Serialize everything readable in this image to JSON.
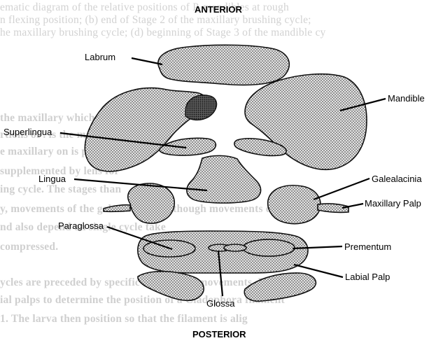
{
  "orientation": {
    "top": "ANTERIOR",
    "bottom": "POSTERIOR"
  },
  "labels": {
    "labrum": "Labrum",
    "mandible": "Mandible",
    "superlingua": "Superlingua",
    "lingua": "Lingua",
    "galealacinia": "Galealacinia",
    "maxillary_palp": "Maxillary Palp",
    "paraglossa": "Paraglossa",
    "prementum": "Prementum",
    "labial_palp": "Labial Palp",
    "glossa": "Glossa"
  },
  "background_text": [
    "ematic diagram of the relative positions of P. mandibles at rough",
    "n flexing position; (b) end of Stage 2 of the maxillary brushing cycle;",
    "he maxillary brushing cycle; (d) beginning of Stage 3 of the mandible cy",
    "the maxillary                                         which occurs wh",
    "rtions of                                                 . is the mandible",
    "e maxillary                                          on is primarily b",
    "supplemented by                                       lens for",
    "ing cycle. The                                       stages than",
    "y, movements of the galealaciniae, although movements of",
    "nd also depend on                                  single cycle take",
    "compressed.",
    "ycles are preceded by specific orientation movements. First,",
    "ial palps to determine the position of a Cladophora filament",
    "1. The larva then position                   so that the filament is alig"
  ],
  "colors": {
    "outline": "#111111",
    "stipple": "#222222",
    "ghost_text": "#d2d2d2"
  }
}
